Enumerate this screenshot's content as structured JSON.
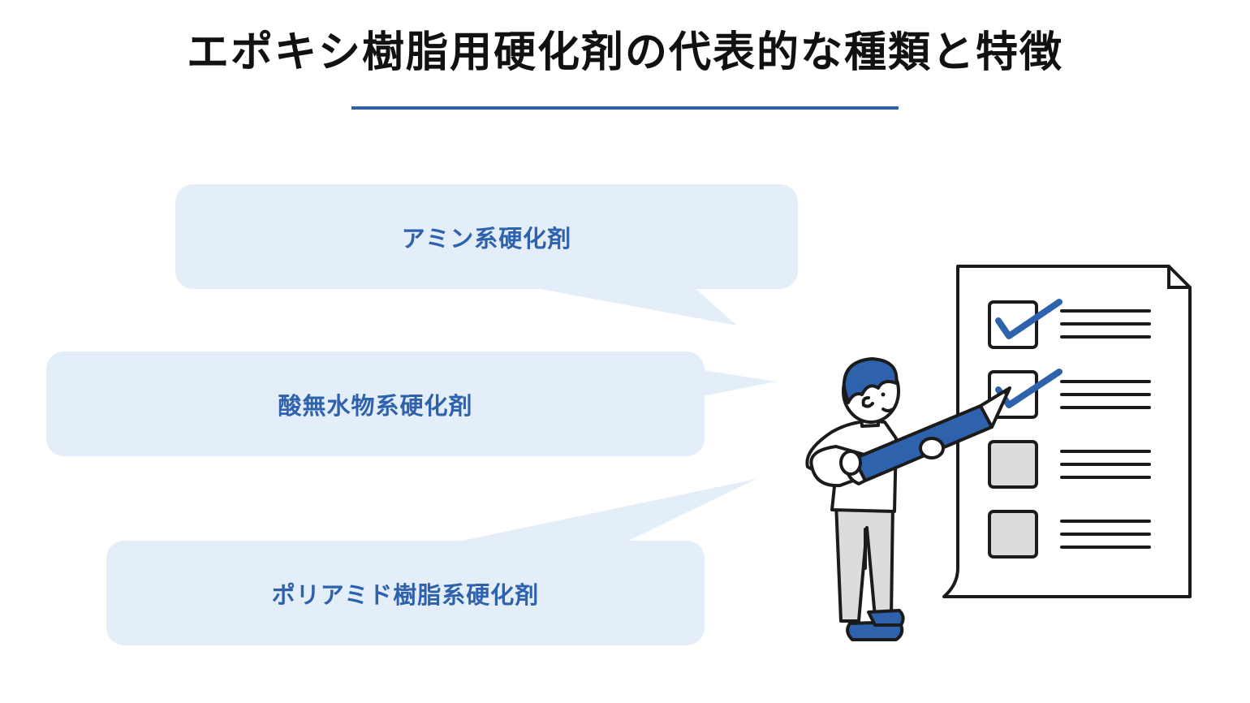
{
  "header": {
    "title": "エポキシ樹脂用硬化剤の代表的な種類と特徴"
  },
  "bubbles": [
    {
      "label": "アミン系硬化剤"
    },
    {
      "label": "酸無水物系硬化剤"
    },
    {
      "label": "ポリアミド樹脂系硬化剤"
    }
  ],
  "colors": {
    "accent": "#2e62ad",
    "bubble_fill": "#e4eef9",
    "ink": "#1b1b1b",
    "gray": "#dcdcdc"
  },
  "illustration": {
    "name": "person-checking-checklist",
    "checklist": [
      {
        "checked": true
      },
      {
        "checked": true
      },
      {
        "checked": false
      },
      {
        "checked": false
      }
    ]
  }
}
